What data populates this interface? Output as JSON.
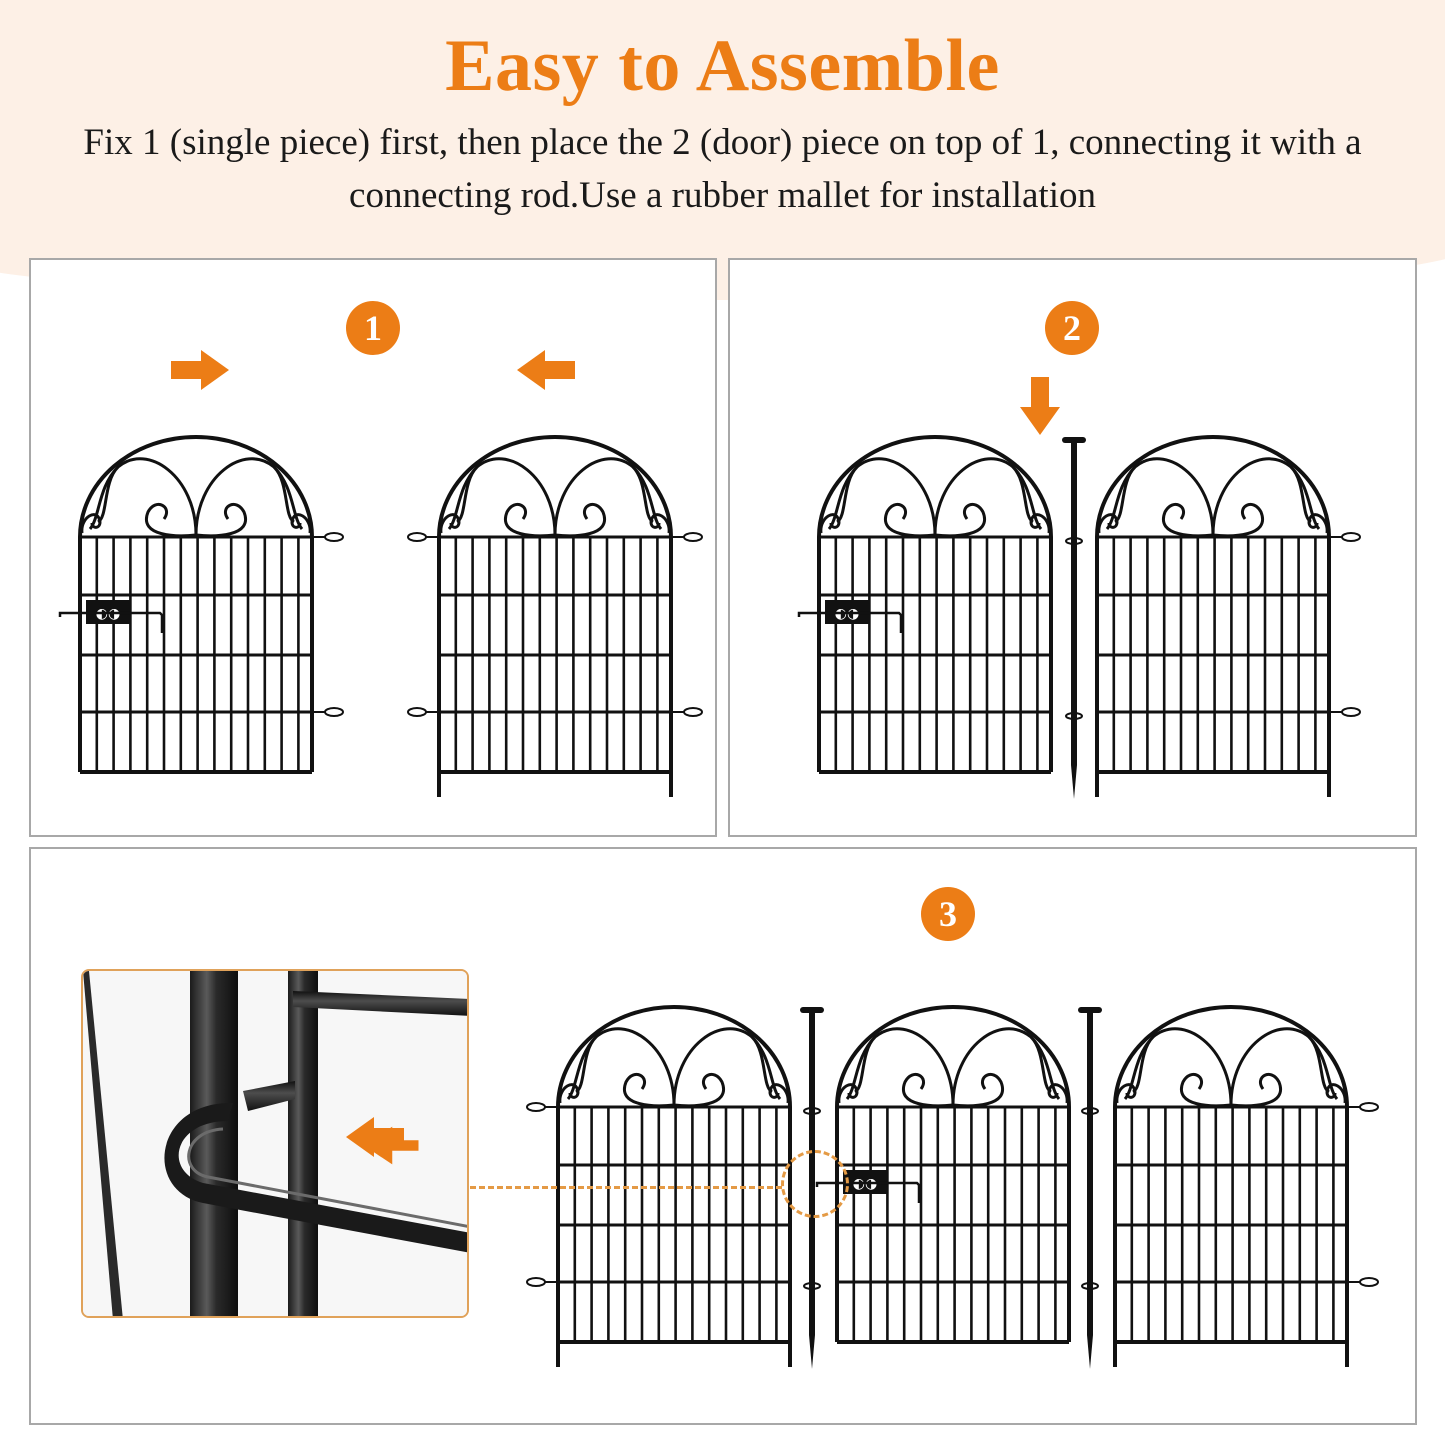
{
  "header": {
    "title": "Easy to Assemble",
    "subtitle": "Fix 1 (single piece) first, then place the 2 (door) piece on top of 1, connecting it with a connecting rod.Use a rubber mallet for installation"
  },
  "colors": {
    "accent": "#ec7d16",
    "header_bg": "#fdf0e6",
    "panel_border": "#a8a8a8",
    "metal": "#111111"
  },
  "steps": [
    {
      "number": "1",
      "description": "Two fence pieces pushed toward each other",
      "arrows": [
        "arrow-right-icon",
        "arrow-left-icon"
      ]
    },
    {
      "number": "2",
      "description": "Connecting rod inserted downward between the two pieces",
      "arrows": [
        "arrow-down-icon"
      ]
    },
    {
      "number": "3",
      "description": "Assembled fence with close-up photo of hook joint",
      "arrows": [
        "arrow-left-icon"
      ]
    }
  ],
  "pieces": {
    "single": "single piece (with ground legs and side hooks)",
    "door": "door piece (with latch, flat bottom bar)",
    "rod": "connecting rod / stake"
  }
}
